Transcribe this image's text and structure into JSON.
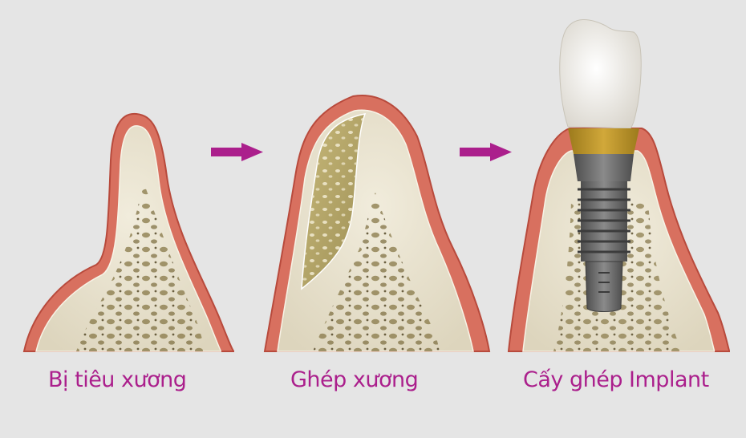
{
  "diagram": {
    "type": "process-flow",
    "steps": [
      {
        "id": "step-1",
        "label": "Bị tiêu xương",
        "illustration": "resorbed-jaw-bone"
      },
      {
        "id": "step-2",
        "label": "Ghép xương",
        "illustration": "bone-graft"
      },
      {
        "id": "step-3",
        "label": "Cấy ghép Implant",
        "illustration": "dental-implant-with-crown"
      }
    ],
    "connectors": [
      {
        "from": "step-1",
        "to": "step-2",
        "icon": "arrow-right-icon"
      },
      {
        "from": "step-2",
        "to": "step-3",
        "icon": "arrow-right-icon"
      }
    ]
  },
  "colors": {
    "background": "#e5e5e5",
    "accent": "#ab1f8c",
    "gum": "#d8705f",
    "gum_edge": "#b84a3c",
    "bone": "#e8e2cf",
    "bone_pores": "#8a7a4a",
    "graft": "#b9ab6c",
    "crown": "#f4f2ec",
    "abutment_collar": "#c79a2a",
    "implant": "#6e6e6e"
  }
}
